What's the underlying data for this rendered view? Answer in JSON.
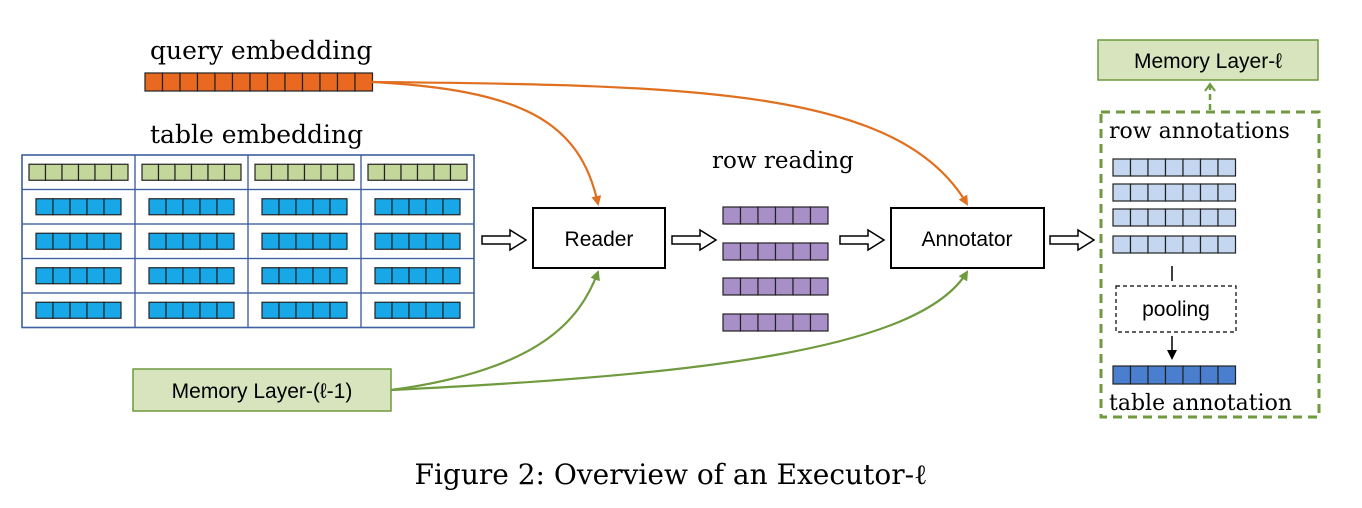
{
  "labels": {
    "query_embedding": "query embedding",
    "table_embedding": "table embedding",
    "row_reading": "row reading",
    "row_annotations": "row annotations",
    "table_annotation": "table annotation"
  },
  "boxes": {
    "reader": "Reader",
    "annotator": "Annotator",
    "pooling": "pooling",
    "memory_in": "Memory Layer-(ℓ-1)",
    "memory_out": "Memory Layer-ℓ"
  },
  "caption": "Figure 2:  Overview of an Executor-ℓ",
  "colors": {
    "query_cells": "#e8691f",
    "table_header_cells": "#c4d79b",
    "table_body_cells": "#18a8e8",
    "row_reading_cells": "#a98fc8",
    "row_annotation_cells": "#c5d7f0",
    "table_annotation_cells": "#4a7fcf",
    "orange_arrow": "#e07020",
    "green_arrow": "#6f9a3e",
    "memory_box": "#d7e4bd",
    "table_grid": "#3f5f9f"
  }
}
